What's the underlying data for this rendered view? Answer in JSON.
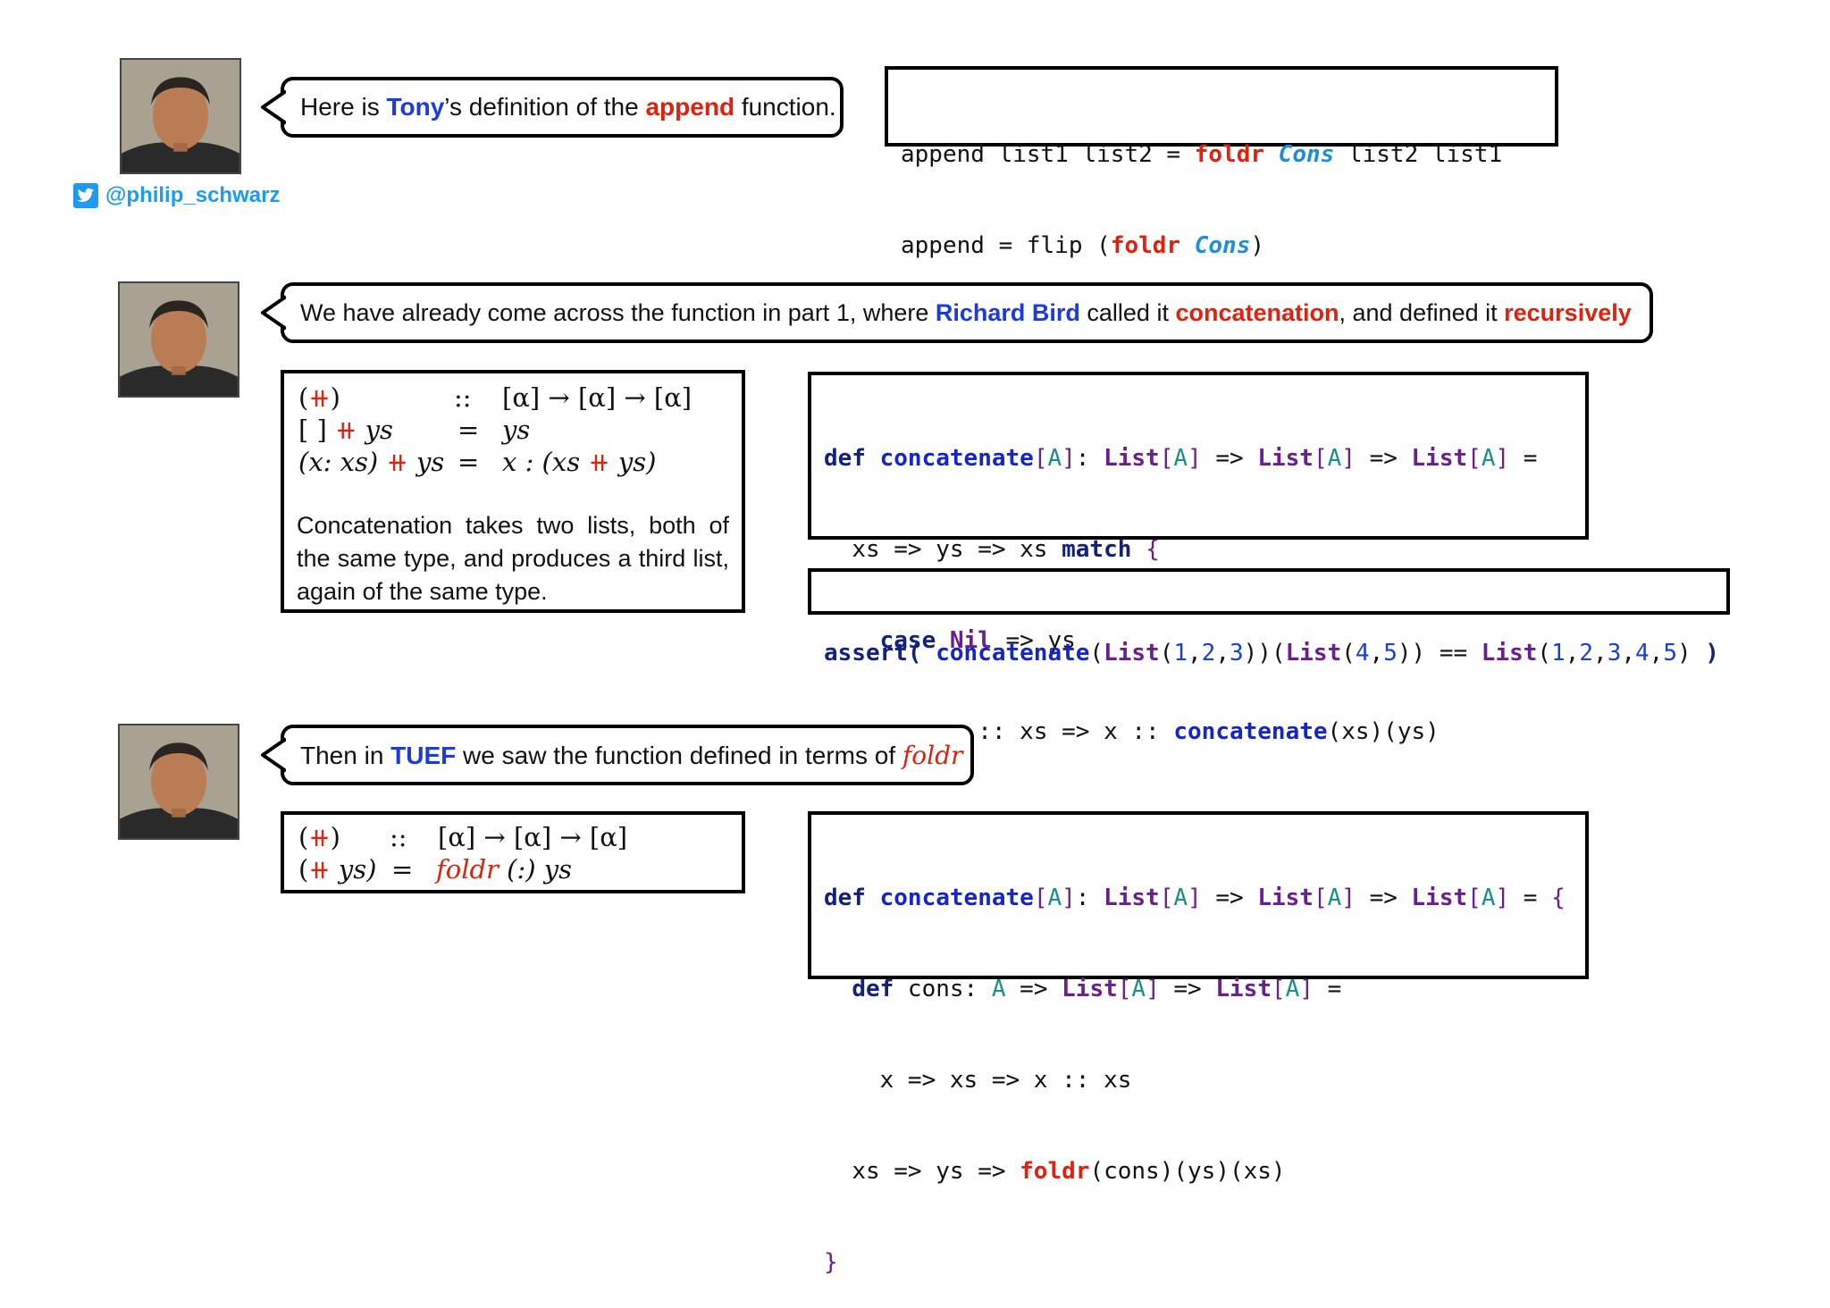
{
  "author": {
    "handle": "@philip_schwarz",
    "brand_color": "#1d9bf0",
    "icon": "twitter-bird-icon"
  },
  "section1": {
    "bubble": {
      "pre": "Here is ",
      "name": "Tony",
      "mid": "’s definition of the ",
      "fn": "append",
      "post": " function."
    },
    "code": {
      "line1": {
        "a": "append list1 list2 = ",
        "foldr": "foldr",
        "sp1": " ",
        "cons": "Cons",
        "rest": " list2 list1"
      },
      "line2": {
        "a": "append = flip (",
        "foldr": "foldr",
        "sp1": " ",
        "cons": "Cons",
        "rest": ")"
      }
    }
  },
  "section2": {
    "bubble": {
      "pre": "We have already come across the function in part 1, where ",
      "name": "Richard Bird",
      "mid": " called it ",
      "term1": "concatenation",
      "mid2": ", and defined it ",
      "term2": "recursively"
    },
    "math": {
      "r1": {
        "a": "(",
        "op": "⧺",
        "b": ")",
        "sep": "::",
        "type": "[α] → [α] → [α]"
      },
      "r2": {
        "a": "[ ] ",
        "op": "⧺",
        "b": " ys",
        "sep": "=",
        "rhs": "ys"
      },
      "r3": {
        "a": "(x: xs) ",
        "op": "⧺",
        "b": " ys",
        "sep": "=",
        "rhs1": "x : (xs ",
        "rhs_op": "⧺",
        "rhs2": " ys)"
      }
    },
    "description": "Concatenation takes two lists, both of the same type, and produces a third list, again of the same type.",
    "scala": {
      "def": "def",
      "name": "concatenate",
      "tparam": "A",
      "list": "List",
      "arrow": "=>",
      "eq": "=",
      "xs_line": "xs => ys => xs ",
      "match": "match",
      "lbrace": "{",
      "case": "case",
      "nil": "Nil",
      "case1_rest": " => ys",
      "case2_a": " x :: xs => x :: ",
      "case2_call": "concatenate",
      "case2_args": "(xs)(ys)",
      "rbrace": "}"
    },
    "assert": {
      "kw": "assert(",
      "fn": "concatenate",
      "list": "List",
      "open": "(",
      "nums1": [
        "1",
        "2",
        "3"
      ],
      "nums2": [
        "4",
        "5"
      ],
      "nums3": [
        "1",
        "2",
        "3",
        "4",
        "5"
      ],
      "eqeq": "==",
      "close": ")"
    }
  },
  "section3": {
    "bubble": {
      "pre": "Then in ",
      "name": "TUEF",
      "mid": " we saw the function defined in terms of ",
      "fn": "foldr"
    },
    "math": {
      "r1": {
        "a": "(",
        "op": "⧺",
        "b": ")",
        "sep": "::",
        "type": "[α] → [α] → [α]"
      },
      "r2": {
        "a": "(",
        "op": "⧺",
        "b": " ys)",
        "sep": "=",
        "fn": "foldr",
        "rhs": " (:) ys"
      }
    },
    "scala": {
      "def": "def",
      "name": "concatenate",
      "tparam": "A",
      "list": "List",
      "arrow": "=>",
      "eq": "=",
      "lbrace": "{",
      "inner_def": "def",
      "inner_name": " cons: ",
      "body1": "x => xs => x :: xs",
      "xs_line": "xs => ys => ",
      "foldr": "foldr",
      "foldr_args": "(cons)(ys)(xs)",
      "rbrace": "}"
    }
  },
  "colors": {
    "red": "#e1200d",
    "blue": "#1b3ae0",
    "purple": "#6b1e8e",
    "teal": "#1a8f8a",
    "cons": "#1e8fd6"
  }
}
